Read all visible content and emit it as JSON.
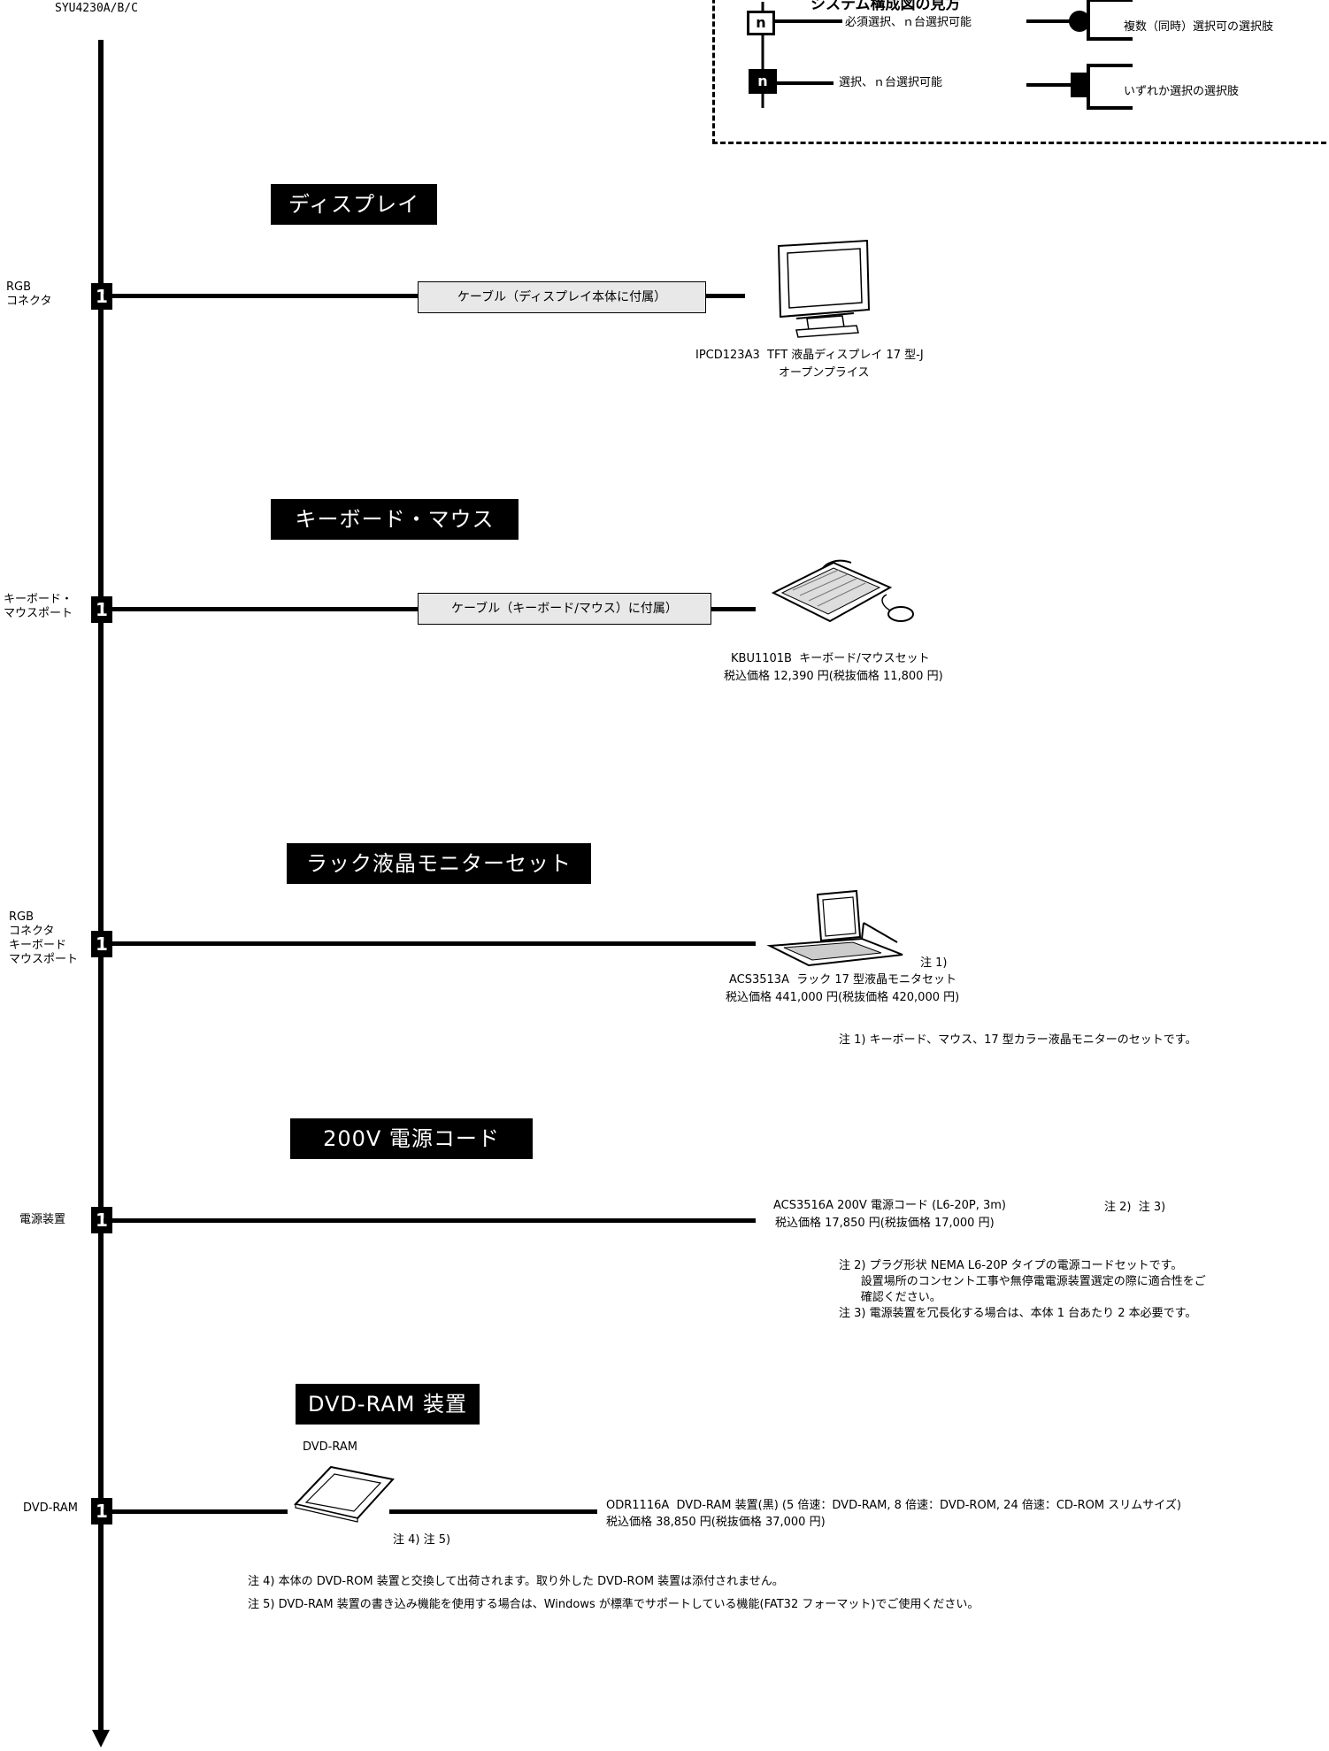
{
  "model_id": "SYU4230A/B/C",
  "legend": {
    "title": "システム構成図の見方",
    "items": [
      {
        "label": "必須選択、ｎ台選択可能",
        "symbol": "n"
      },
      {
        "label": "選択、ｎ台選択可能",
        "symbol": "n"
      },
      {
        "label": "複数（同時）選択可の選択肢"
      },
      {
        "label": "いずれか選択の選択肢"
      }
    ]
  },
  "sections": [
    {
      "title": "ディスプレイ",
      "port": "RGB\nコネクタ",
      "count": "1",
      "cable": "ケーブル（ディスプレイ本体に付属）",
      "product_line1": "IPCD123A3  TFT 液晶ディスプレイ 17 型-J",
      "product_line2": "オープンプライス",
      "device_icon": "monitor-icon"
    },
    {
      "title": "キーボード・マウス",
      "port": "キーボード・\nマウスポート",
      "count": "1",
      "cable": "ケーブル（キーボード/マウス）に付属）",
      "product_line1": "KBU1101B  キーボード/マウスセット",
      "product_line2": "税込価格 12,390 円(税抜価格 11,800 円)",
      "device_icon": "keyboard-mouse-icon"
    },
    {
      "title": "ラック液晶モニターセット",
      "port": "RGB\nコネクタ\nキーボード\nマウスポート",
      "count": "1",
      "note_ref": "注 1)",
      "product_line1": "ACS3513A  ラック 17 型液晶モニタセット",
      "product_line2": "税込価格 441,000 円(税抜価格 420,000 円)",
      "notes": [
        "注 1) キーボード、マウス、17 型カラー液晶モニターのセットです。"
      ],
      "device_icon": "rack-monitor-icon"
    },
    {
      "title": "200V 電源コード",
      "port": "電源装置",
      "count": "1",
      "note_ref": "注 2)  注 3)",
      "product_line1": "ACS3516A 200V 電源コード (L6-20P, 3m)",
      "product_line2": "税込価格 17,850 円(税抜価格 17,000 円)",
      "notes": [
        "注 2) プラグ形状 NEMA L6-20P タイプの電源コードセットです。",
        "      設置場所のコンセント工事や無停電電源装置選定の際に適合性をご",
        "      確認ください。",
        "注 3) 電源装置を冗長化する場合は、本体 1 台あたり 2 本必要です。"
      ]
    },
    {
      "title": "DVD-RAM 装置",
      "port": "DVD-RAM",
      "count": "1",
      "device_label": "DVD-RAM",
      "note_ref": "注 4) 注 5)",
      "product_line1": "ODR1116A  DVD-RAM 装置(黒) (5 倍速：DVD-RAM, 8 倍速：DVD-ROM, 24 倍速：CD-ROM スリムサイズ)",
      "product_line2": "税込価格 38,850 円(税抜価格 37,000 円)",
      "notes": [
        "注 4) 本体の DVD-ROM 装置と交換して出荷されます。取り外した DVD-ROM 装置は添付されません。",
        "注 5) DVD-RAM 装置の書き込み機能を使用する場合は、Windows が標準でサポートしている機能(FAT32 フォーマット)でご使用ください。"
      ],
      "device_icon": "dvd-drive-icon"
    }
  ]
}
